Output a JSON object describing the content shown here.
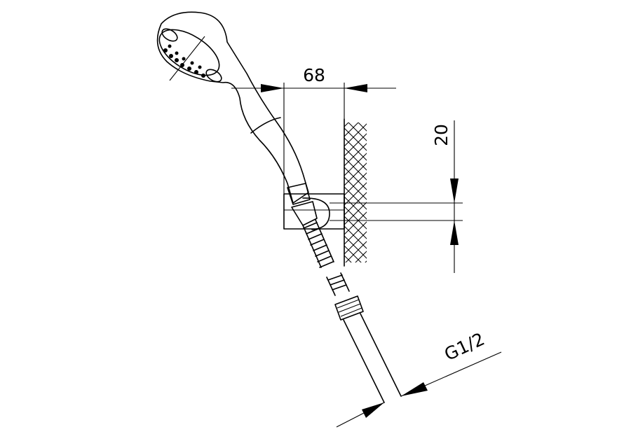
{
  "dimensions": {
    "width_label": "68",
    "height_label": "20",
    "thread_label": "G1/2"
  },
  "colors": {
    "line": "#000000",
    "background": "#ffffff"
  }
}
